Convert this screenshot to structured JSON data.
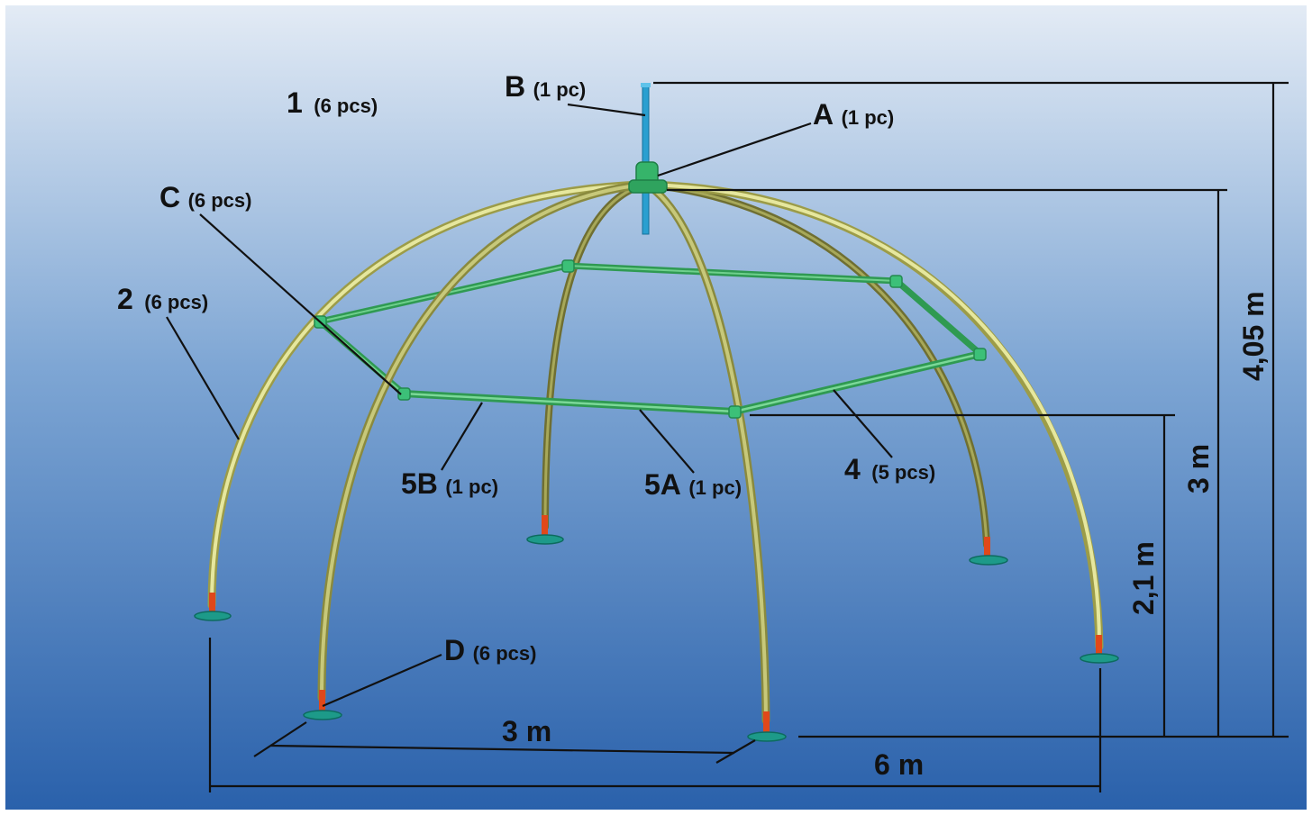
{
  "parts": {
    "p1": {
      "code": "1",
      "qty": "(6 pcs)"
    },
    "pB": {
      "code": "B",
      "qty": "(1 pc)"
    },
    "pA": {
      "code": "A",
      "qty": "(1 pc)"
    },
    "pC": {
      "code": "C",
      "qty": "(6 pcs)"
    },
    "p2": {
      "code": "2",
      "qty": "(6 pcs)"
    },
    "p5B": {
      "code": "5B",
      "qty": "(1 pc)"
    },
    "p5A": {
      "code": "5A",
      "qty": "(1 pc)"
    },
    "p4": {
      "code": "4",
      "qty": "(5 pcs)"
    },
    "pD": {
      "code": "D",
      "qty": "(6 pcs)"
    }
  },
  "dimensions": {
    "total_height": "4,05 m",
    "dome_height": "3 m",
    "ring_height": "2,1 m",
    "side_length": "3 m",
    "diameter": "6 m"
  },
  "colors": {
    "background_top": "#dfe8f4",
    "background_bottom": "#2a63ad",
    "arch": "#d8d98a",
    "arch_back": "#7d7d3a",
    "brace": "#3fb56a",
    "mast": "#2a9fd0",
    "foot": "#1f9a8a",
    "foot_tip": "#e04a1a"
  }
}
